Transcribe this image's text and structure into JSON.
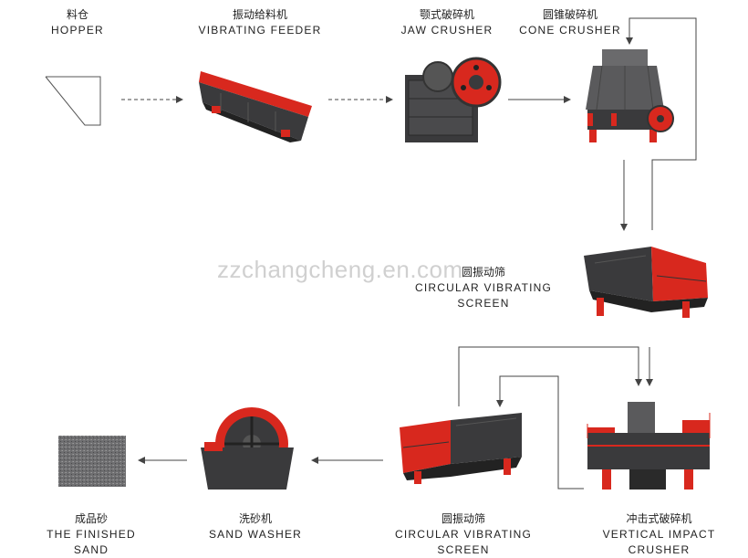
{
  "watermark": "zzchangcheng.en.com",
  "stages": {
    "hopper": {
      "zh": "料仓",
      "en": "HOPPER"
    },
    "vibrating_feeder": {
      "zh": "振动给料机",
      "en": "VIBRATING FEEDER"
    },
    "jaw_crusher": {
      "zh": "颚式破碎机",
      "en": "JAW CRUSHER"
    },
    "cone_crusher": {
      "zh": "圆锥破碎机",
      "en": "CONE CRUSHER"
    },
    "screen_1": {
      "zh": "圆振动筛",
      "en": "CIRCULAR VIBRATING SCREEN"
    },
    "vertical_crusher": {
      "zh": "冲击式破碎机",
      "en": "VERTICAL IMPACT CRUSHER"
    },
    "screen_2": {
      "zh": "圆振动筛",
      "en": "CIRCULAR VIBRATING SCREEN"
    },
    "sand_washer": {
      "zh": "洗砂机",
      "en": "SAND WASHER"
    },
    "finished_sand": {
      "zh": "成品砂",
      "en": "THE FINISHED SAND"
    }
  },
  "colors": {
    "machine_red": "#d8281e",
    "machine_dark": "#3a3a3c",
    "line": "#444444"
  }
}
